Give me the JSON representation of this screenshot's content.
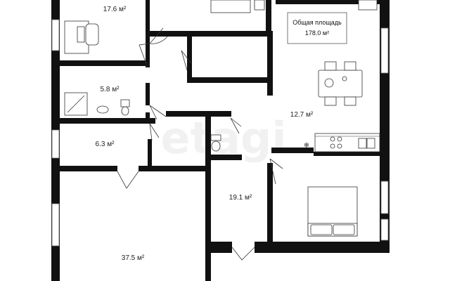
{
  "summary": {
    "title": "Общая площадь",
    "value": "178.0 м²"
  },
  "rooms": [
    {
      "id": "office",
      "area": "17.6 м²"
    },
    {
      "id": "bath",
      "area": "5.8 м²"
    },
    {
      "id": "wc",
      "area": "6.3 м²"
    },
    {
      "id": "kitchen_dining",
      "area": "12.7 м²"
    },
    {
      "id": "corridor",
      "area": "19.1 м²"
    },
    {
      "id": "living",
      "area": "37.5 м²"
    }
  ],
  "watermark": "etagi",
  "colors": {
    "wall": "#111111",
    "background": "#ffffff",
    "line": "#333333"
  }
}
